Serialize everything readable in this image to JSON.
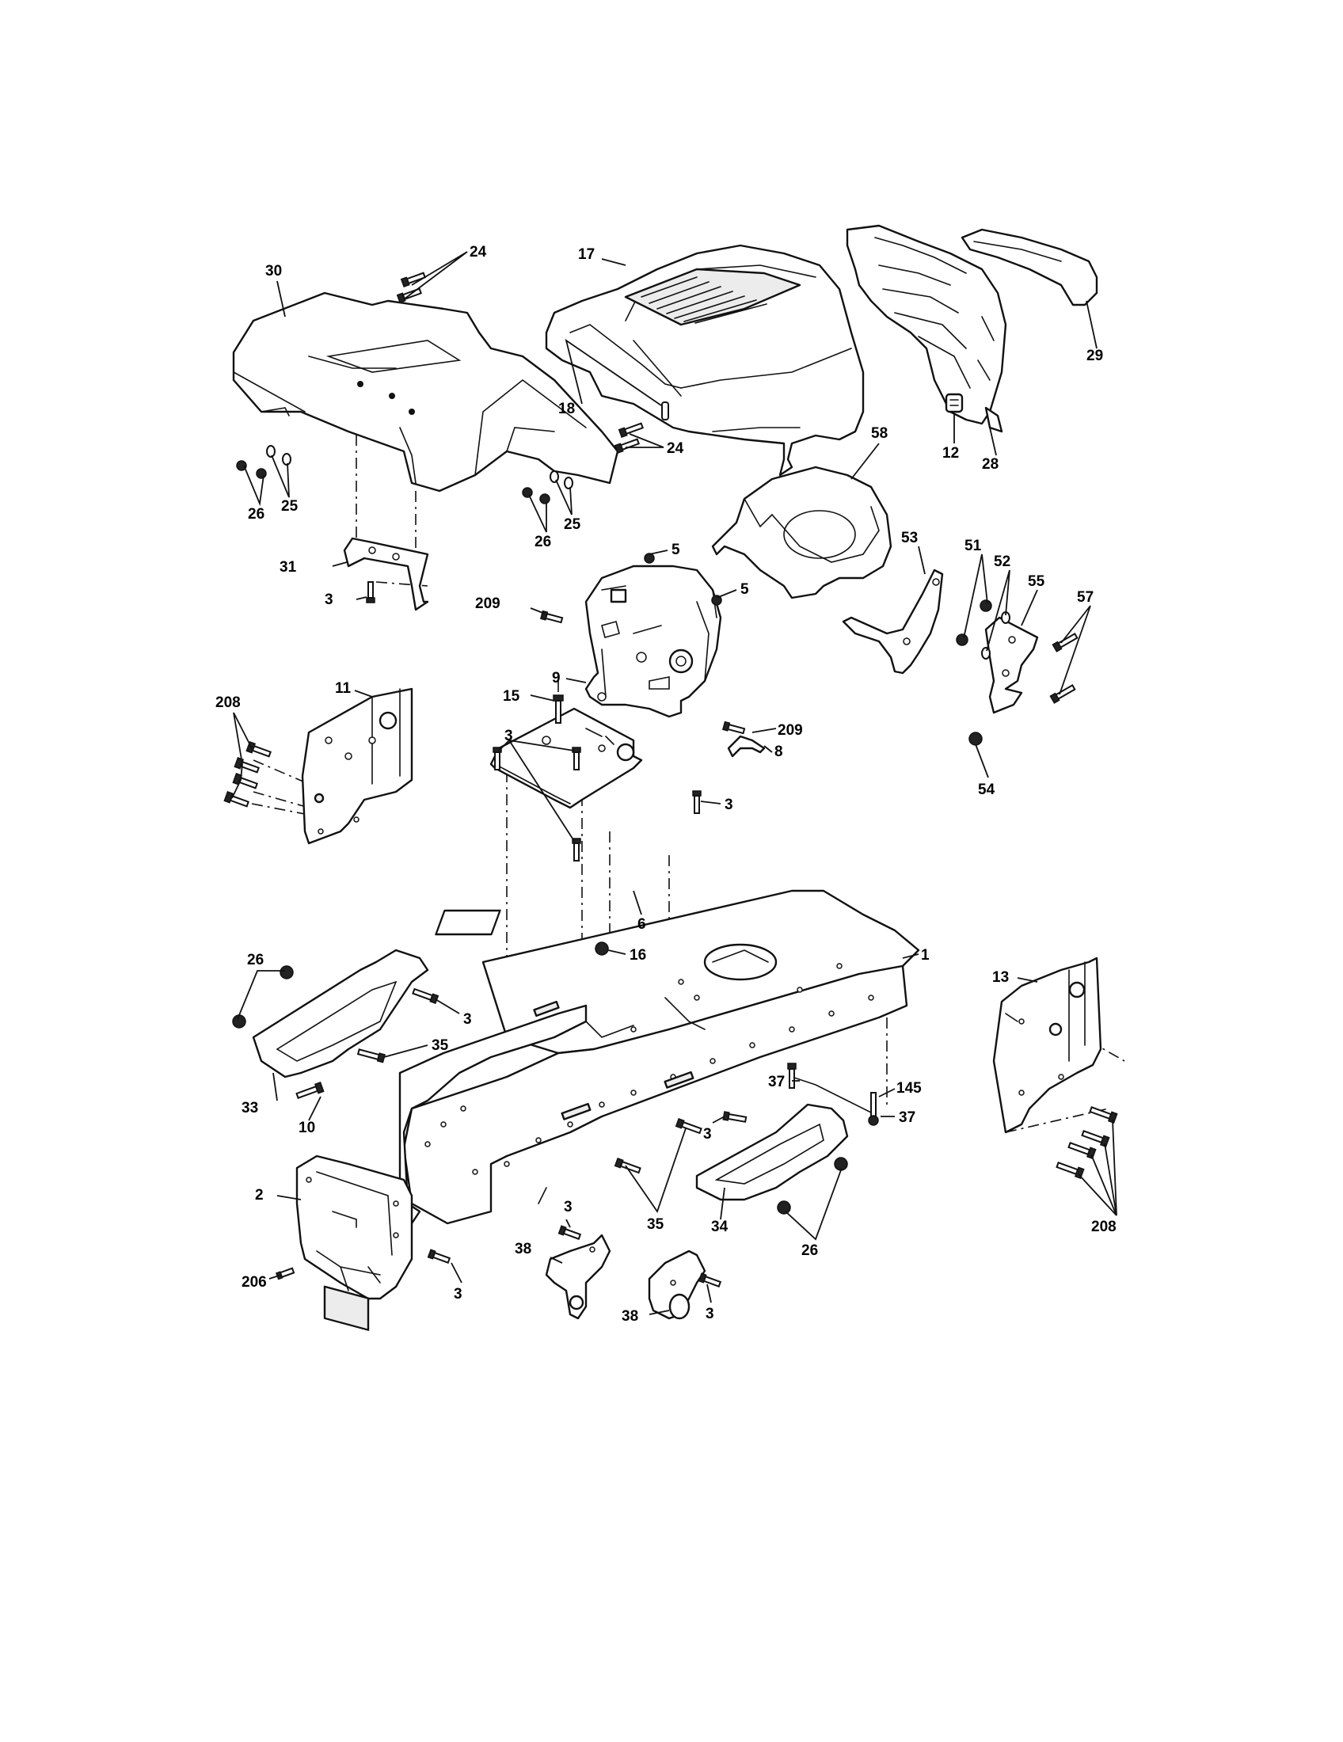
{
  "callouts": [
    {
      "id": "c30",
      "label": "30"
    },
    {
      "id": "c24a",
      "label": "24"
    },
    {
      "id": "c17",
      "label": "17"
    },
    {
      "id": "c29",
      "label": "29"
    },
    {
      "id": "c18",
      "label": "18"
    },
    {
      "id": "c24b",
      "label": "24"
    },
    {
      "id": "c12",
      "label": "12"
    },
    {
      "id": "c28",
      "label": "28"
    },
    {
      "id": "c26a",
      "label": "26"
    },
    {
      "id": "c25a",
      "label": "25"
    },
    {
      "id": "c26b",
      "label": "26"
    },
    {
      "id": "c25b",
      "label": "25"
    },
    {
      "id": "c58",
      "label": "58"
    },
    {
      "id": "c5a",
      "label": "5"
    },
    {
      "id": "c5b",
      "label": "5"
    },
    {
      "id": "c31",
      "label": "31"
    },
    {
      "id": "c3a",
      "label": "3"
    },
    {
      "id": "c209a",
      "label": "209"
    },
    {
      "id": "c53",
      "label": "53"
    },
    {
      "id": "c51",
      "label": "51"
    },
    {
      "id": "c52",
      "label": "52"
    },
    {
      "id": "c55",
      "label": "55"
    },
    {
      "id": "c57",
      "label": "57"
    },
    {
      "id": "c208a",
      "label": "208"
    },
    {
      "id": "c11",
      "label": "11"
    },
    {
      "id": "c9",
      "label": "9"
    },
    {
      "id": "c15",
      "label": "15"
    },
    {
      "id": "c209b",
      "label": "209"
    },
    {
      "id": "c54",
      "label": "54"
    },
    {
      "id": "c3b",
      "label": "3"
    },
    {
      "id": "c8",
      "label": "8"
    },
    {
      "id": "c3c",
      "label": "3"
    },
    {
      "id": "c6",
      "label": "6"
    },
    {
      "id": "c16",
      "label": "16"
    },
    {
      "id": "c1",
      "label": "1"
    },
    {
      "id": "c26c",
      "label": "26"
    },
    {
      "id": "c13",
      "label": "13"
    },
    {
      "id": "c3d",
      "label": "3"
    },
    {
      "id": "c35a",
      "label": "35"
    },
    {
      "id": "c33",
      "label": "33"
    },
    {
      "id": "c10",
      "label": "10"
    },
    {
      "id": "c37a",
      "label": "37"
    },
    {
      "id": "c145",
      "label": "145"
    },
    {
      "id": "c37b",
      "label": "37"
    },
    {
      "id": "c3e",
      "label": "3"
    },
    {
      "id": "c2",
      "label": "2"
    },
    {
      "id": "c35b",
      "label": "35"
    },
    {
      "id": "c34",
      "label": "34"
    },
    {
      "id": "c208b",
      "label": "208"
    },
    {
      "id": "c3f",
      "label": "3"
    },
    {
      "id": "c38a",
      "label": "38"
    },
    {
      "id": "c26d",
      "label": "26"
    },
    {
      "id": "c206",
      "label": "206"
    },
    {
      "id": "c3g",
      "label": "3"
    },
    {
      "id": "c38b",
      "label": "38"
    },
    {
      "id": "c3h",
      "label": "3"
    }
  ]
}
